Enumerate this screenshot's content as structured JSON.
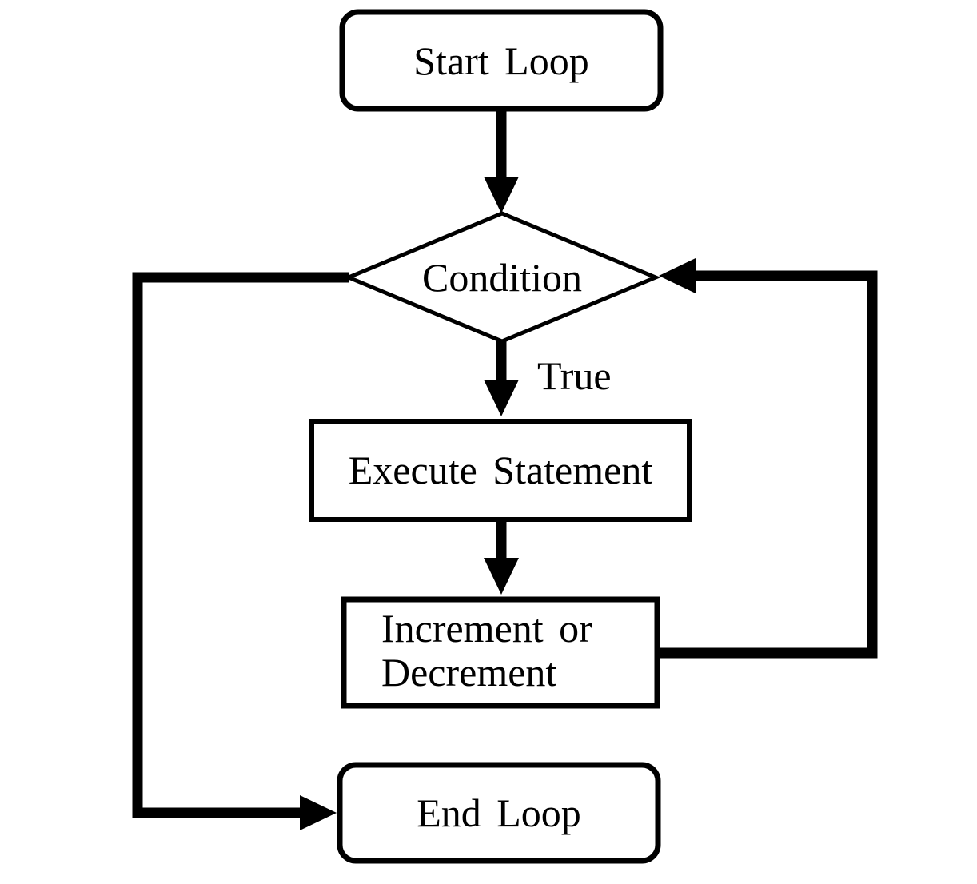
{
  "nodes": {
    "start": {
      "shape": "rounded-rect",
      "label": "Start Loop"
    },
    "condition": {
      "shape": "diamond",
      "label": "Condition"
    },
    "execute": {
      "shape": "rect",
      "label": "Execute Statement"
    },
    "increment": {
      "shape": "rect",
      "line1": "Increment or",
      "line2": "Decrement"
    },
    "end": {
      "shape": "rounded-rect",
      "label": "End Loop"
    }
  },
  "edge_labels": {
    "condition_true": "True"
  },
  "edges": [
    {
      "from": "start",
      "to": "condition"
    },
    {
      "from": "condition",
      "to": "execute",
      "label": "True"
    },
    {
      "from": "execute",
      "to": "increment"
    },
    {
      "from": "increment",
      "to": "condition",
      "route": "right-loop-back"
    },
    {
      "from": "condition",
      "to": "end",
      "route": "left-down"
    }
  ],
  "colors": {
    "line": "#000000",
    "text": "#000000",
    "node_fill": "#ffffff",
    "background": "#ffffff"
  }
}
